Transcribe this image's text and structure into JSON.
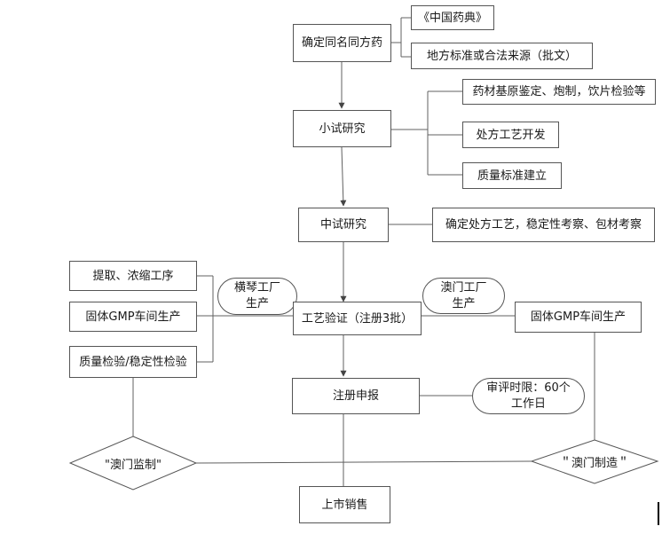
{
  "nodes": {
    "same_name": "确定同名同方药",
    "pharmacopoeia": "《中国药典》",
    "local_standard": "地方标准或合法来源（批文）",
    "pilot_small": "小试研究",
    "identification": "药材基原鉴定、炮制，饮片检验等",
    "process_dev": "处方工艺开发",
    "quality_std": "质量标准建立",
    "pilot_mid": "中试研究",
    "confirm_process": "确定处方工艺，稳定性考察、包材考察",
    "extraction": "提取、浓缩工序",
    "gmp_left": "固体GMP车间生产",
    "quality_check": "质量检验/稳定性检验",
    "hengqin_line1": "横琴工厂",
    "hengqin_line2": "生产",
    "validation": "工艺验证（注册3批）",
    "macau_factory_line1": "澳门工厂",
    "macau_factory_line2": "生产",
    "gmp_right": "固体GMP车间生产",
    "registration": "注册申报",
    "review_line1": "审评时限：60个",
    "review_line2": "工作日",
    "macau_supervision": "\"澳门监制\"",
    "macau_made": "＂澳门制造＂",
    "market": "上市销售"
  },
  "colors": {
    "stroke": "#555555",
    "line": "#606060"
  }
}
